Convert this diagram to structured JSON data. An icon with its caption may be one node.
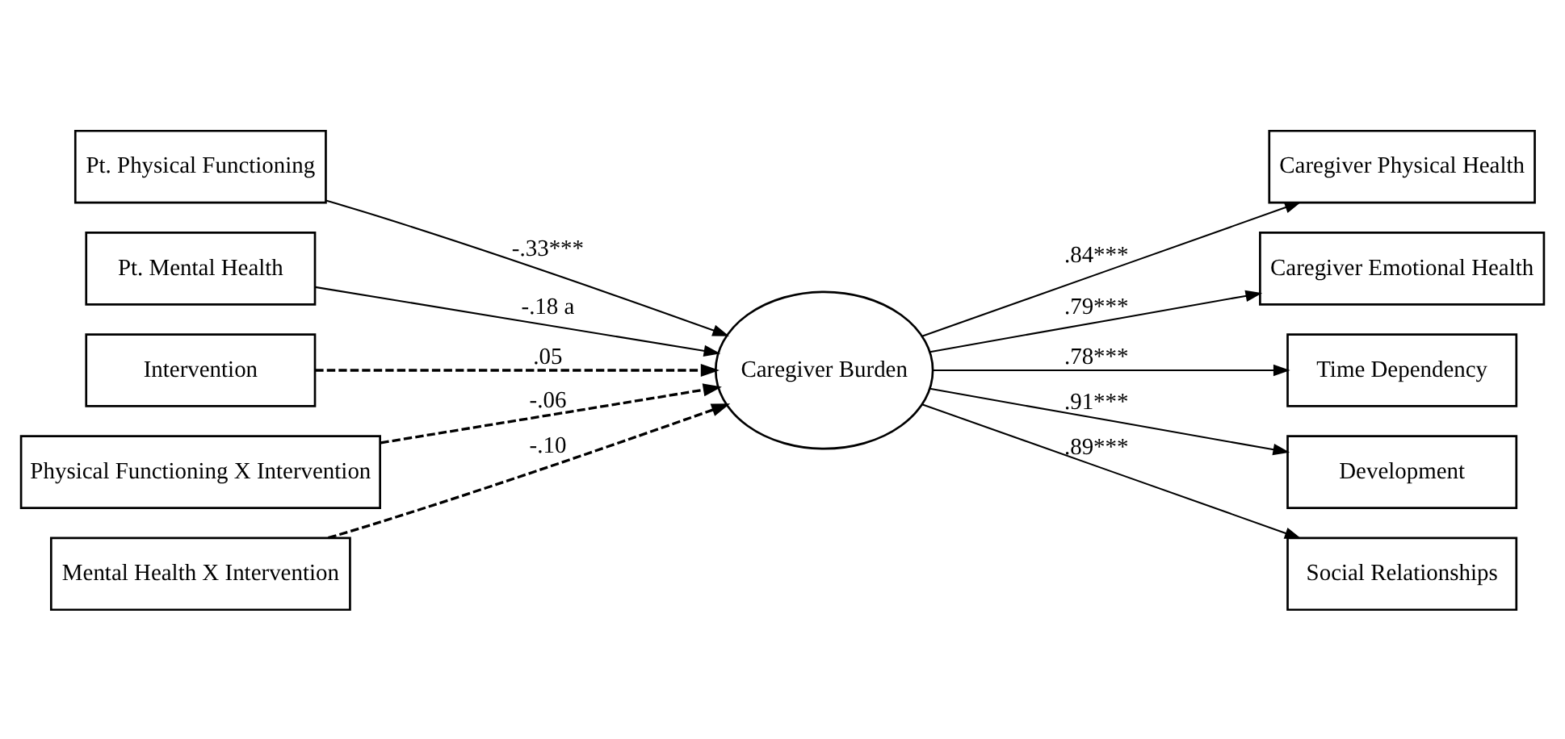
{
  "diagram": {
    "nodes": [
      {
        "text": [
          "Pt. Physical Functioning"
        ]
      },
      {
        "text": [
          "Pt. Mental Health"
        ]
      },
      {
        "text": [
          "Intervention"
        ]
      },
      {
        "text": [
          "Physical Functioning X Intervention"
        ]
      },
      {
        "text": [
          "Mental Health X Intervention"
        ]
      },
      {
        "text": [
          "Caregiver Burden"
        ]
      },
      {
        "text": [
          "Caregiver Physical Health"
        ]
      },
      {
        "text": [
          "Caregiver Emotional Health"
        ]
      },
      {
        "text": [
          "Time Dependency"
        ]
      },
      {
        "text": [
          "Development"
        ]
      },
      {
        "text": [
          "Social Relationships"
        ]
      }
    ],
    "edges": [
      {
        "from": 0,
        "to": 5,
        "arrow": "to",
        "label": "-.33***"
      },
      {
        "from": 1,
        "to": 5,
        "arrow": "to",
        "label": "-.18 a"
      },
      {
        "from": 2,
        "to": 5,
        "arrow": "to",
        "label": ".05",
        "style": "dashed"
      },
      {
        "from": 3,
        "to": 5,
        "arrow": "to",
        "label": "-.06",
        "style": "dashed"
      },
      {
        "from": 4,
        "to": 5,
        "arrow": "to",
        "label": "-.10",
        "style": "dashed"
      },
      {
        "from": 5,
        "to": 6,
        "arrow": "to",
        "label": ".84***"
      },
      {
        "from": 5,
        "to": 7,
        "arrow": "to",
        "label": ".79***"
      },
      {
        "from": 5,
        "to": 8,
        "arrow": "to",
        "label": ".78***"
      },
      {
        "from": 5,
        "to": 9,
        "arrow": "to",
        "label": ".91***"
      },
      {
        "from": 5,
        "to": 10,
        "arrow": "to",
        "label": ".89***"
      }
    ]
  }
}
